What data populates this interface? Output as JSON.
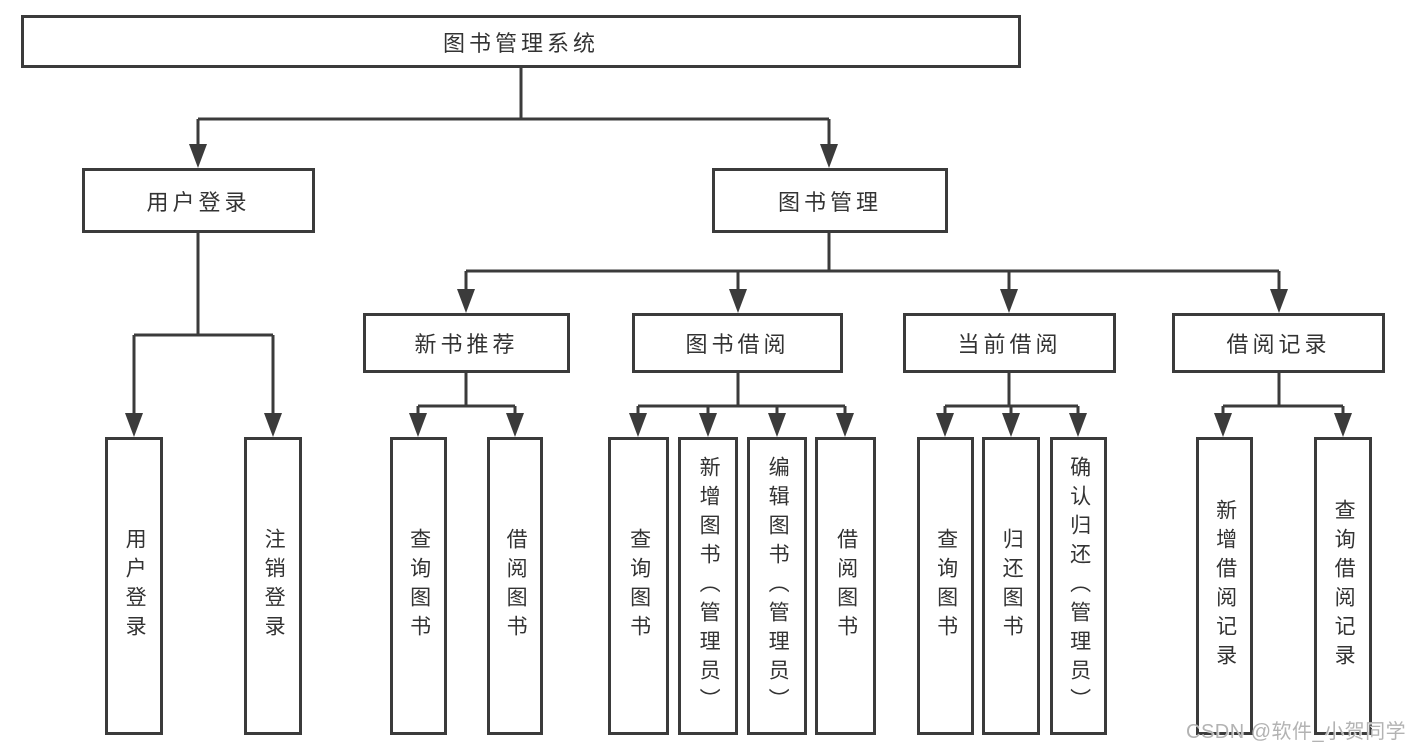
{
  "nodes": {
    "root": "图书管理系统",
    "user_login": "用户登录",
    "book_management": "图书管理",
    "new_book_recommend": "新书推荐",
    "book_borrow": "图书借阅",
    "current_borrow": "当前借阅",
    "borrow_records": "借阅记录",
    "ul_login": "用户登录",
    "ul_logout": "注销登录",
    "nb_query_books": "查询图书",
    "nb_borrow_books": "借阅图书",
    "bb_query_books": "查询图书",
    "bb_add_books": "新增图书（管理员）",
    "bb_edit_books": "编辑图书（管理员）",
    "bb_borrow_books": "借阅图书",
    "cb_query_books": "查询图书",
    "cb_return_books": "归还图书",
    "cb_confirm_return": "确认归还（管理员）",
    "br_add_record": "新增借阅记录",
    "br_query_record": "查询借阅记录"
  },
  "watermark": "CSDN @软件_小贺同学",
  "colors": {
    "line": "#3b3b3b",
    "box_border": "#3b3b3b",
    "text": "#333333",
    "background": "#ffffff",
    "watermark": "#b3b3b3"
  }
}
